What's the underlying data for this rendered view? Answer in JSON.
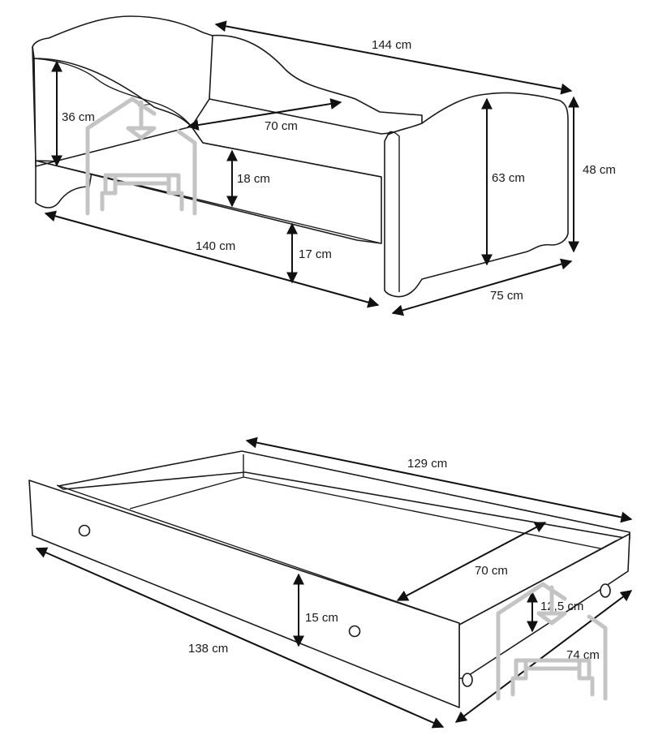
{
  "bed": {
    "length_outer": "144 cm",
    "length_inner": "140 cm",
    "width": "75 cm",
    "height_total": "63 cm",
    "height_frame": "48 cm",
    "height_backrest": "36 cm",
    "mattress_width": "70 cm",
    "side_height": "18 cm",
    "clearance": "17 cm"
  },
  "drawer": {
    "length_outer": "138 cm",
    "length_inner": "129 cm",
    "width_inner": "70 cm",
    "width_outer": "74 cm",
    "height": "15 cm",
    "height_wheels": "12,5 cm"
  },
  "watermark_icon": "house-sofa-icon"
}
